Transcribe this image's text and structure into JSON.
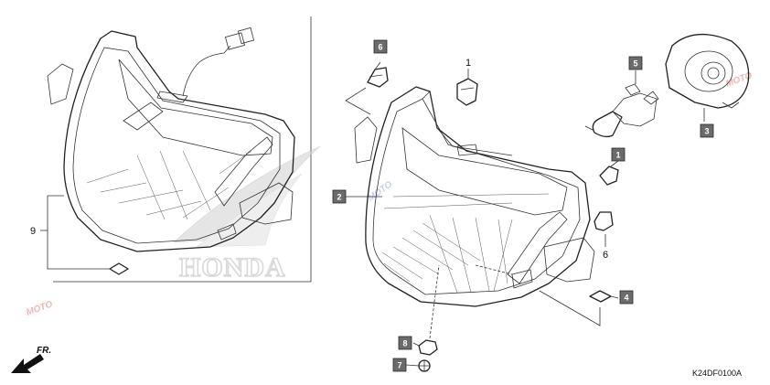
{
  "callouts": {
    "c1": "1",
    "c2": "2",
    "c3": "3",
    "c4": "4",
    "c5": "5",
    "c6_box": "6",
    "c6_plain": "6",
    "c7": "7",
    "c8": "8",
    "c9": "9"
  },
  "watermark": {
    "brand": "HONDA",
    "moto_left": "MOTO",
    "moto_mid": "MOTO",
    "moto_right": "MOTO"
  },
  "direction": {
    "label": "FR."
  },
  "diagram_code": "K24DF0100A",
  "colors": {
    "label_box": "#6b6b6b",
    "line": "#222222",
    "background": "#ffffff"
  }
}
